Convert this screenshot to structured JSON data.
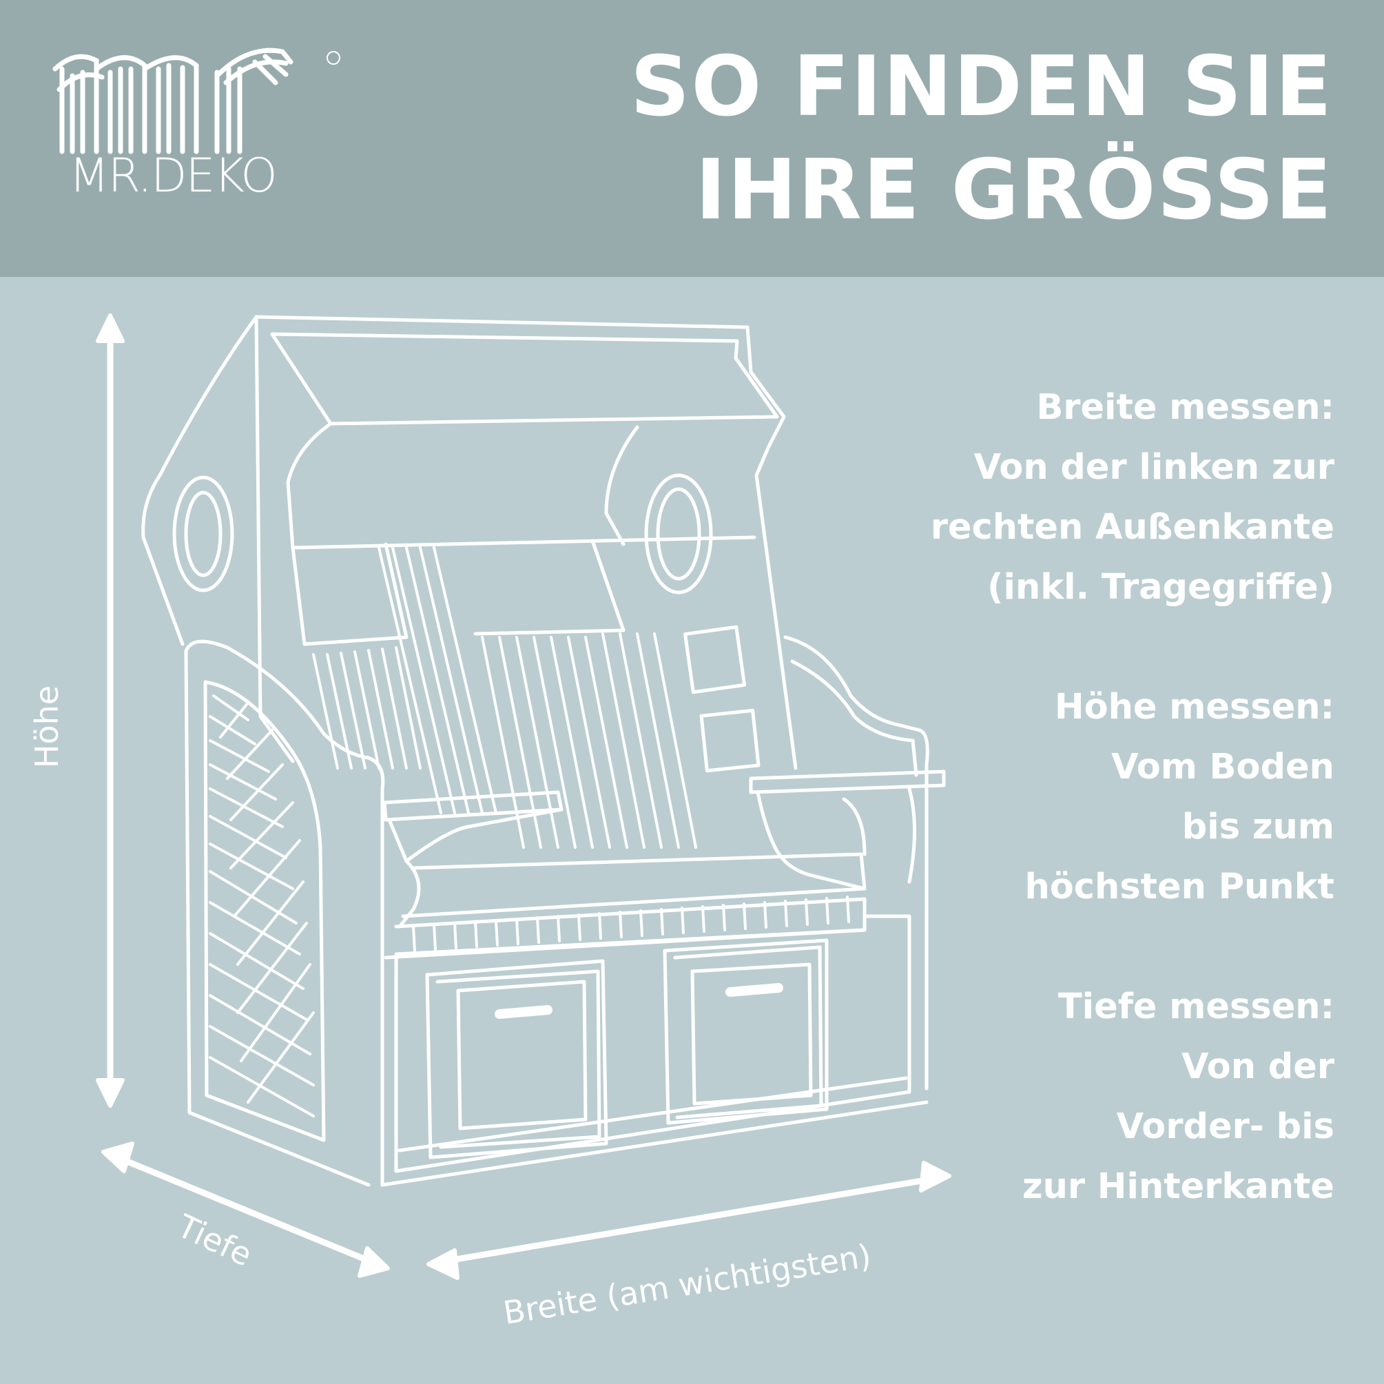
{
  "brand": {
    "logo_letters": "mr",
    "name": "MR.DEKO",
    "registered_mark": "®"
  },
  "title": {
    "line1": "SO FINDEN SIE",
    "line2": "IHRE GRÖSSE"
  },
  "instructions": [
    {
      "heading": "Breite messen:",
      "lines": [
        "Von der linken zur",
        "rechten Außenkante",
        "(inkl. Tragegriffe)"
      ]
    },
    {
      "heading": "Höhe messen:",
      "lines": [
        "Vom Boden",
        "bis zum",
        "höchsten Punkt"
      ]
    },
    {
      "heading": "Tiefe messen:",
      "lines": [
        "Von der",
        "Vorder- bis",
        "zur Hinterkante"
      ]
    }
  ],
  "diagram": {
    "subject_icon": "beach-chair-outline-icon",
    "labels": {
      "height": "Höhe",
      "depth": "Tiefe",
      "width": "Breite (am wichtigsten)"
    }
  },
  "colors": {
    "header_bg": "#97abad",
    "body_bg": "#bbcdd0",
    "foreground": "#ffffff"
  }
}
